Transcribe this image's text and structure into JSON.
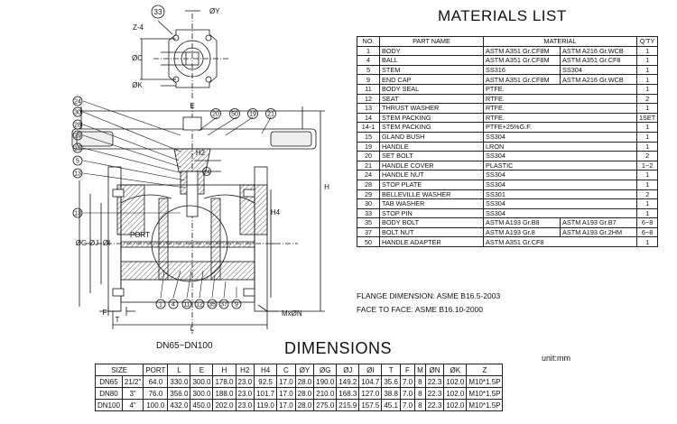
{
  "materials": {
    "title": "MATERIALS LIST",
    "header": {
      "no": "NO.",
      "part": "PART NAME",
      "material": "MATERIAL",
      "qty": "Q'TY"
    },
    "rows": [
      {
        "no": "1",
        "part": "BODY",
        "m1": "ASTM A351 Gr.CF8M",
        "m2": "ASTM A216 Gr.WCB",
        "qty": "1"
      },
      {
        "no": "4",
        "part": "BALL",
        "m1": "ASTM A351 Gr.CF8M",
        "m2": "ASTM A351 Gr.CF8",
        "qty": "1"
      },
      {
        "no": "5",
        "part": "STEM",
        "m1": "SS316",
        "m2": "SS304",
        "qty": "1"
      },
      {
        "no": "9",
        "part": "END CAP",
        "m1": "ASTM A351 Gr.CF8M",
        "m2": "ASTM A216 Gr.WCB",
        "qty": "1"
      },
      {
        "no": "11",
        "part": "BODY SEAL",
        "m1": "PTFE.",
        "m2": "",
        "qty": "1"
      },
      {
        "no": "12",
        "part": "SEAT",
        "m1": "RTFE.",
        "m2": "",
        "qty": "2"
      },
      {
        "no": "13",
        "part": "THRUST WASHER",
        "m1": "RTFE.",
        "m2": "",
        "qty": "1"
      },
      {
        "no": "14",
        "part": "STEM PACKING",
        "m1": "RTFE.",
        "m2": "",
        "qty": "1SET"
      },
      {
        "no": "14-1",
        "part": "STEM PACKING",
        "m1": "PTFE+25%G.F.",
        "m2": "",
        "qty": "1"
      },
      {
        "no": "15",
        "part": "GLAND BUSH",
        "m1": "SS304",
        "m2": "",
        "qty": "1"
      },
      {
        "no": "19",
        "part": "HANDLE",
        "m1": "LRON",
        "m2": "",
        "qty": "1"
      },
      {
        "no": "20",
        "part": "SET BOLT",
        "m1": "SS304",
        "m2": "",
        "qty": "2"
      },
      {
        "no": "21",
        "part": "HANDLE COVER",
        "m1": "PLASTIC",
        "m2": "",
        "qty": "1~2"
      },
      {
        "no": "24",
        "part": "HANDLE NUT",
        "m1": "SS304",
        "m2": "",
        "qty": "1"
      },
      {
        "no": "28",
        "part": "STOP PLATE",
        "m1": "SS304",
        "m2": "",
        "qty": "1"
      },
      {
        "no": "29",
        "part": "BELLEVILLE WASHER",
        "m1": "SS301",
        "m2": "",
        "qty": "2"
      },
      {
        "no": "30",
        "part": "TAB WASHER",
        "m1": "SS304",
        "m2": "",
        "qty": "1"
      },
      {
        "no": "33",
        "part": "STOP PIN",
        "m1": "SS304",
        "m2": "",
        "qty": "1"
      },
      {
        "no": "35",
        "part": "BODY BOLT",
        "m1": "ASTM A193 Gr.B8",
        "m2": "ASTM A193 Gr.B7",
        "qty": "6~8"
      },
      {
        "no": "37",
        "part": "BOLT NUT",
        "m1": "ASTM A193 Gr.8",
        "m2": "ASTM A193 Gr.2HM",
        "qty": "6~8"
      },
      {
        "no": "50",
        "part": "HANDLE ADAPTER",
        "m1": "ASTM A351 Gr.CF8",
        "m2": "",
        "qty": "1"
      }
    ]
  },
  "notes": {
    "flange": "FLANGE DIMENSION: ASME B16.5-2003",
    "face": "FACE TO FACE: ASME B16.10-2000"
  },
  "drawing": {
    "range": "DN65~DN100",
    "labels": {
      "l33": "33",
      "oy": "ØY",
      "z4": "Z-4",
      "oc": "ØC",
      "ok": "ØK",
      "e": "E",
      "l20": "20",
      "l50": "50",
      "l19": "19",
      "l21": "21",
      "l24": "24",
      "l30": "30",
      "l28": "28",
      "l29": "29",
      "l15": "15",
      "l5": "5",
      "l14": "14",
      "l13": "13",
      "l11": "11",
      "h2": "H2",
      "h": "H",
      "h4": "H4",
      "port": "PORT",
      "og": "ØG",
      "oj": "ØJ",
      "oi": "ØI",
      "b1": "1",
      "b4": "4",
      "b11": "11",
      "b12": "12",
      "b35": "35",
      "b37": "37",
      "b9": "9",
      "f": "F",
      "t": "T",
      "l": "L",
      "mxon": "MxØN"
    }
  },
  "dimensions": {
    "title": "DIMENSIONS",
    "unit": "unit:mm",
    "header": [
      "SIZE",
      "",
      "PORT",
      "L",
      "E",
      "H",
      "H2",
      "H4",
      "C",
      "ØY",
      "ØG",
      "ØJ",
      "ØI",
      "T",
      "F",
      "M",
      "ØN",
      "ØK",
      "Z"
    ],
    "rows": [
      [
        "DN65",
        "21/2\"",
        "64.0",
        "330.0",
        "300.0",
        "178.0",
        "23.0",
        "92.5",
        "17.0",
        "28.0",
        "190.0",
        "149.2",
        "104.7",
        "35.6",
        "7.0",
        "8",
        "22.3",
        "102.0",
        "M10*1.5P"
      ],
      [
        "DN80",
        "3\"",
        "76.0",
        "356.0",
        "300.0",
        "188.0",
        "23.0",
        "101.7",
        "17.0",
        "28.0",
        "210.0",
        "168.3",
        "127.0",
        "38.8",
        "7.0",
        "8",
        "22.3",
        "102.0",
        "M10*1.5P"
      ],
      [
        "DN100",
        "4\"",
        "100.0",
        "432.0",
        "450.0",
        "202.0",
        "23.0",
        "119.0",
        "17.0",
        "28.0",
        "275.0",
        "215.9",
        "157.5",
        "45.1",
        "7.0",
        "8",
        "22.3",
        "102.0",
        "M10*1.5P"
      ]
    ]
  }
}
